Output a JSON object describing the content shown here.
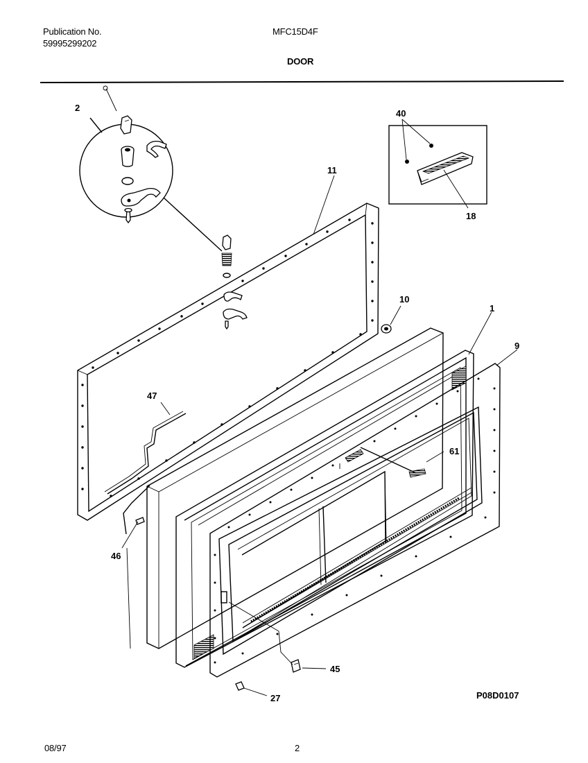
{
  "header": {
    "publication_label": "Publication No.",
    "publication_number": "59995299202",
    "model": "MFC15D4F",
    "section_title": "DOOR"
  },
  "callouts": {
    "c2": "2",
    "c11": "11",
    "c40": "40",
    "c18": "18",
    "c10": "10",
    "c1": "1",
    "c9": "9",
    "c47": "47",
    "c61": "61",
    "c46": "46",
    "c45": "45",
    "c27": "27"
  },
  "figure_code": "P08D0107",
  "footer": {
    "date": "08/97",
    "page_number": "2"
  },
  "colors": {
    "ink": "#000000",
    "paper": "#ffffff"
  }
}
